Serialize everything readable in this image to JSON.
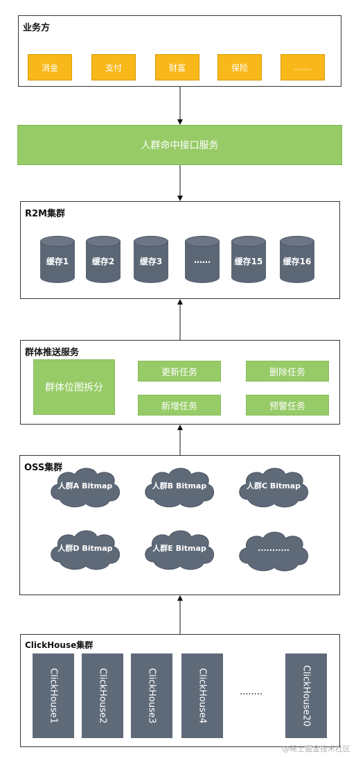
{
  "business": {
    "title": "业务方",
    "items": [
      "消金",
      "支付",
      "财富",
      "保险",
      "……"
    ]
  },
  "interface_service": "人群命中接口服务",
  "r2m": {
    "title": "R2M集群",
    "caches": [
      "缓存1",
      "缓存2",
      "缓存3",
      "……",
      "缓存15",
      "缓存16"
    ]
  },
  "push_service": {
    "title": "群体推送服务",
    "split": "群体位图拆分",
    "tasks": [
      "更新任务",
      "删除任务",
      "新增任务",
      "预警任务"
    ]
  },
  "oss": {
    "title": "OSS集群",
    "bitmaps": [
      "人群A Bitmap",
      "人群B Bitmap",
      "人群C Bitmap",
      "人群D Bitmap",
      "人群E Bitmap",
      "..........."
    ]
  },
  "clickhouse": {
    "title": "ClickHouse集群",
    "nodes": [
      "ClickHouse1",
      "ClickHouse2",
      "ClickHouse3",
      "ClickHouse4",
      "ClickHouse20"
    ],
    "ellipsis": "........"
  },
  "watermark": "@稀土掘金技术社区",
  "colors": {
    "orange": "#f9b81a",
    "green": "#97cb67",
    "slate": "#5f6a79"
  }
}
